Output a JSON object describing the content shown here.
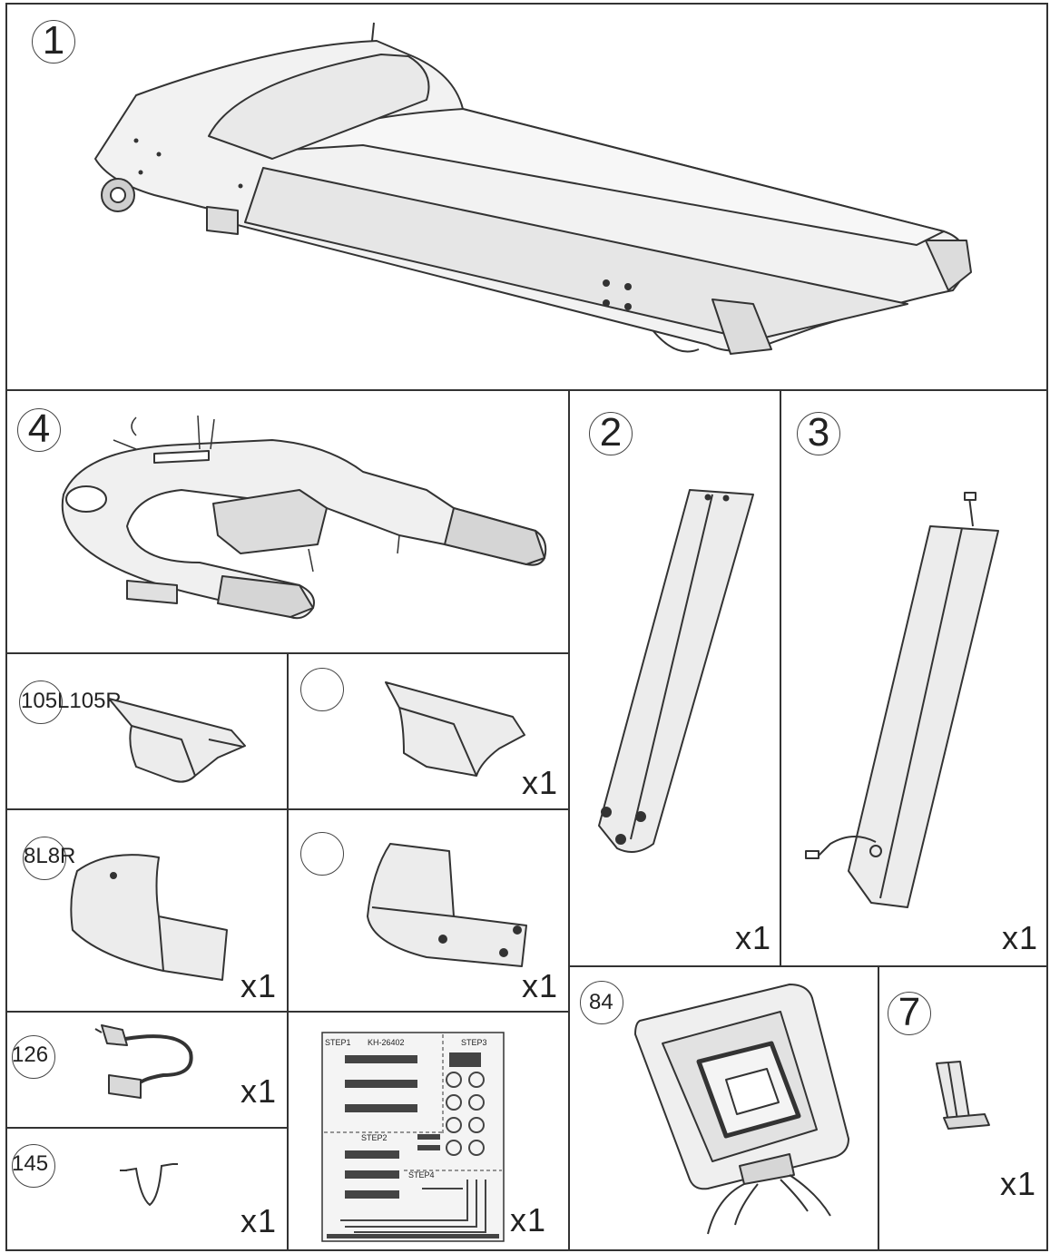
{
  "parts": {
    "frame": {
      "number": "1"
    },
    "console": {
      "number": "4"
    },
    "upright_left": {
      "number": "2",
      "qty": "x1"
    },
    "upright_right": {
      "number": "3",
      "qty": "x1"
    },
    "base_cover_top": {
      "number": "105L105R"
    },
    "base_cover_top_mirror": {
      "number": "",
      "qty": "x1"
    },
    "base_cover": {
      "number": "8L8R",
      "qty": "x1"
    },
    "base_cover_mirror": {
      "number": "",
      "qty": "x1"
    },
    "power_cord": {
      "number": "126",
      "qty": "x1"
    },
    "audio_cable": {
      "number": "145",
      "qty": "x1"
    },
    "hardware_kit": {
      "qty": "x1",
      "card_code": "KH-26402",
      "steps": [
        "STEP1",
        "STEP2",
        "STEP3",
        "STEP4"
      ]
    },
    "tablet_holder": {
      "number": "84"
    },
    "bracket": {
      "number": "7",
      "qty": "x1"
    }
  }
}
